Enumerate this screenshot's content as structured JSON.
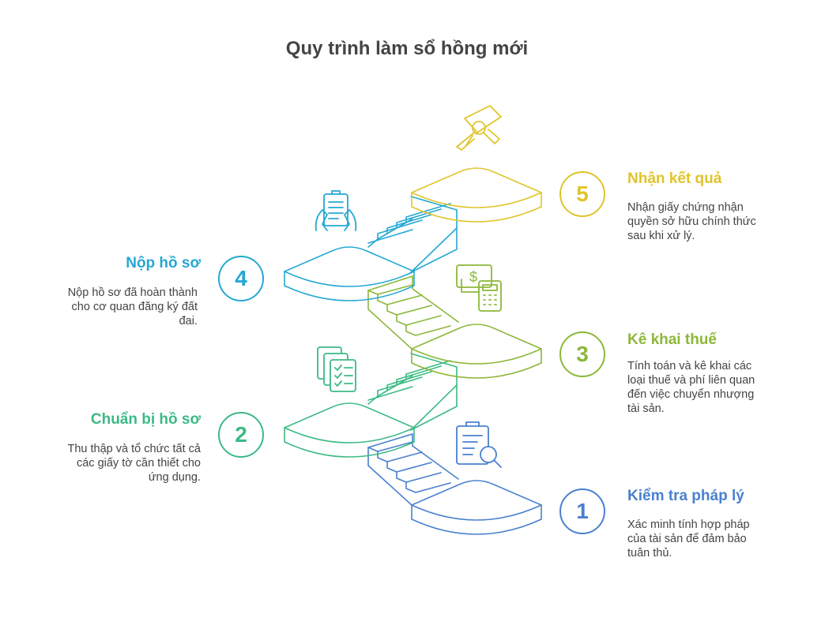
{
  "title": "Quy trình làm sổ hồng mới",
  "colors": {
    "step1": "#4a80d0",
    "step2": "#3cba84",
    "step3": "#8cb83a",
    "step4": "#24a8d4",
    "step5": "#e0c42a"
  },
  "steps": [
    {
      "number": "1",
      "title": "Kiểm tra pháp lý",
      "description": "Xác minh tính hợp pháp của tài sản để đảm bảo tuân thủ.",
      "icon": "clipboard-search-icon"
    },
    {
      "number": "2",
      "title": "Chuẩn bị hồ sơ",
      "description": "Thu thập và tổ chức tất cả các giấy tờ cần thiết cho ứng dụng.",
      "icon": "document-checklist-icon"
    },
    {
      "number": "3",
      "title": "Kê khai thuế",
      "description": "Tính toán và kê khai các loại thuế và phí liên quan đến việc chuyển nhượng tài sản.",
      "icon": "money-calculator-icon"
    },
    {
      "number": "4",
      "title": "Nộp hồ sơ",
      "description": "Nộp hồ sơ đã hoàn thành cho cơ quan đăng ký đất đai.",
      "icon": "hands-holding-document-icon"
    },
    {
      "number": "5",
      "title": "Nhận kết quả",
      "description": "Nhận giấy chứng nhận quyền sở hữu chính thức sau khi xử lý.",
      "icon": "certificate-scroll-icon"
    }
  ]
}
